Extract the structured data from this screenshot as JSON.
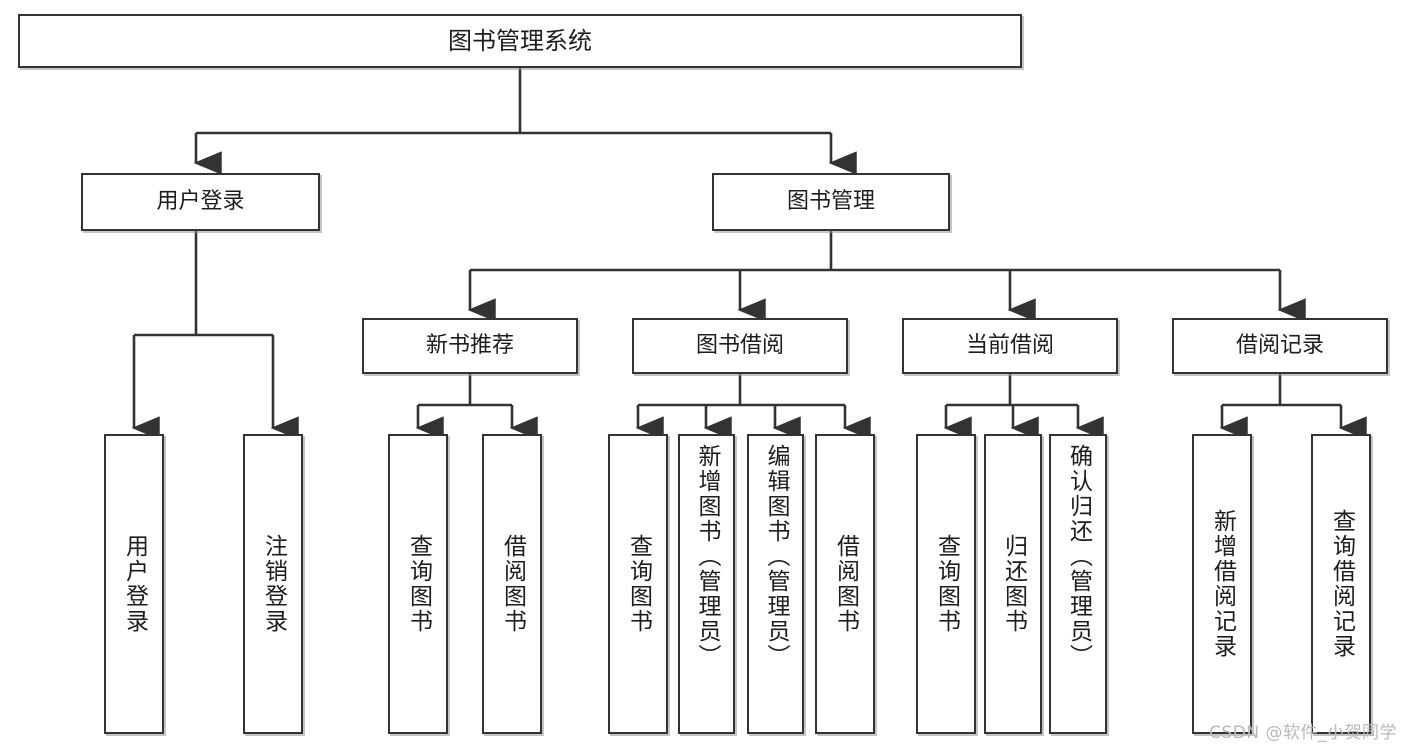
{
  "diagram": {
    "type": "tree",
    "title": "图书管理系统",
    "background_color": "#ffffff",
    "border_color": "#333333",
    "text_color": "#1d1d1d",
    "root": {
      "label": "图书管理系统"
    },
    "level1": [
      {
        "label": "用户登录"
      },
      {
        "label": "图书管理"
      }
    ],
    "level2": [
      {
        "label": "新书推荐"
      },
      {
        "label": "图书借阅"
      },
      {
        "label": "当前借阅"
      },
      {
        "label": "借阅记录"
      }
    ],
    "leaves": {
      "user_login": [
        {
          "label": "用户登录"
        },
        {
          "label": "注销登录"
        }
      ],
      "new_book_recommend": [
        {
          "label": "查询图书"
        },
        {
          "label": "借阅图书"
        }
      ],
      "book_borrow": [
        {
          "label": "查询图书"
        },
        {
          "label": "新增图书（管理员）"
        },
        {
          "label": "编辑图书（管理员）"
        },
        {
          "label": "借阅图书"
        }
      ],
      "current_borrow": [
        {
          "label": "查询图书"
        },
        {
          "label": "归还图书"
        },
        {
          "label": "确认归还（管理员）"
        }
      ],
      "borrow_record": [
        {
          "label": "新增借阅记录"
        },
        {
          "label": "查询借阅记录"
        }
      ]
    }
  },
  "watermark": {
    "text": "CSDN @软件_小贺同学"
  }
}
